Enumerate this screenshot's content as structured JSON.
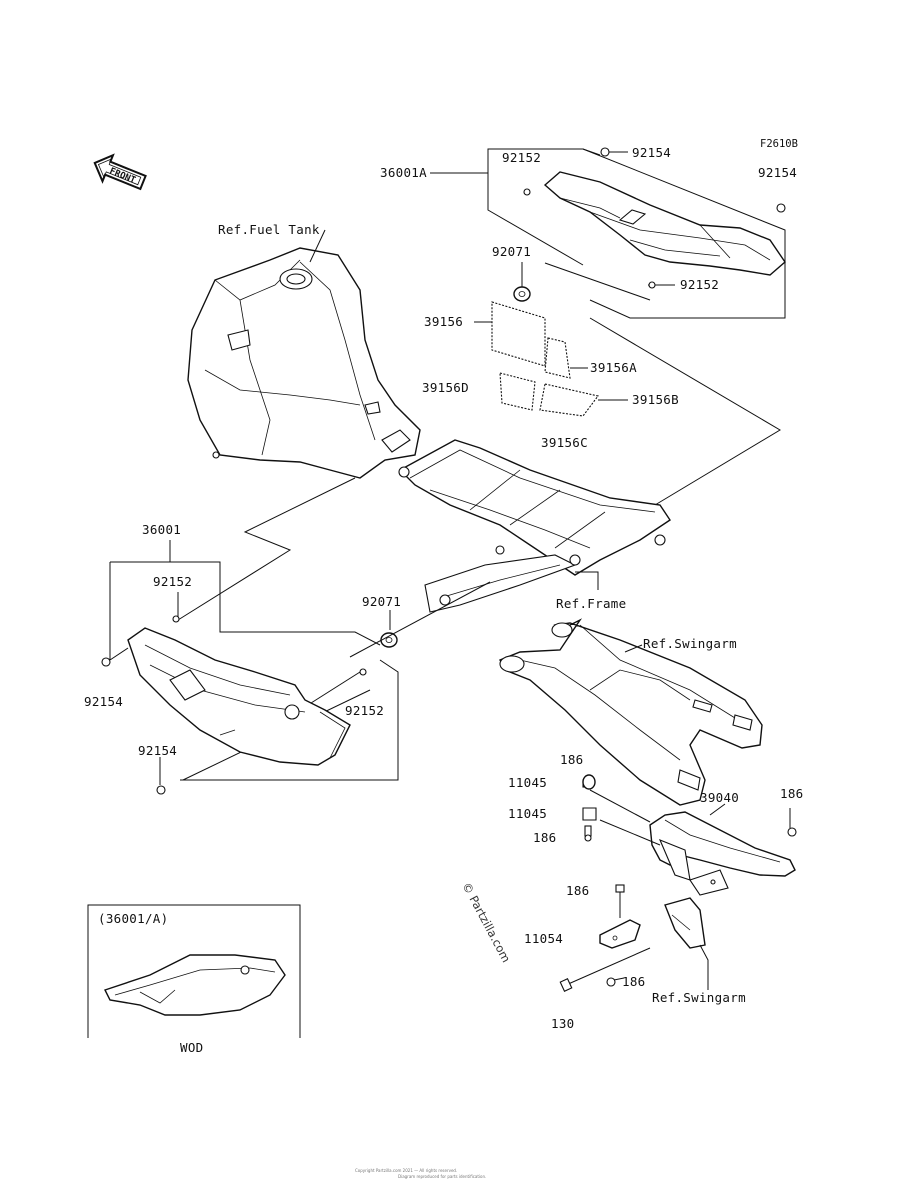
{
  "figure_code": "F2610B",
  "front_label": "FRONT",
  "labels": {
    "ref_fuel_tank": "Ref.Fuel Tank",
    "ref_frame": "Ref.Frame",
    "ref_swingarm_1": "Ref.Swingarm",
    "ref_swingarm_2": "Ref.Swingarm",
    "p36001A": "36001A",
    "p92152_a": "92152",
    "p92154_a": "92154",
    "p92154_b": "92154",
    "p92071_a": "92071",
    "p92152_b": "92152",
    "p39156": "39156",
    "p39156A": "39156A",
    "p39156D": "39156D",
    "p39156B": "39156B",
    "p39156C": "39156C",
    "p36001": "36001",
    "p92152_c": "92152",
    "p92071_b": "92071",
    "p92154_c": "92154",
    "p92152_d": "92152",
    "p92154_d": "92154",
    "p186_a": "186",
    "p11045_a": "11045",
    "p11045_b": "11045",
    "p186_b": "186",
    "p39040": "39040",
    "p186_c": "186",
    "p186_d": "186",
    "p11054": "11054",
    "p186_e": "186",
    "p130": "130"
  },
  "inset": {
    "title": "(36001/A)",
    "caption": "WOD"
  },
  "watermark": "© Partzilla.com",
  "footer": {
    "line1": "Copyright Partzilla.com 2021 — All rights reserved.",
    "line2": "Diagram reproduced for parts identification."
  }
}
